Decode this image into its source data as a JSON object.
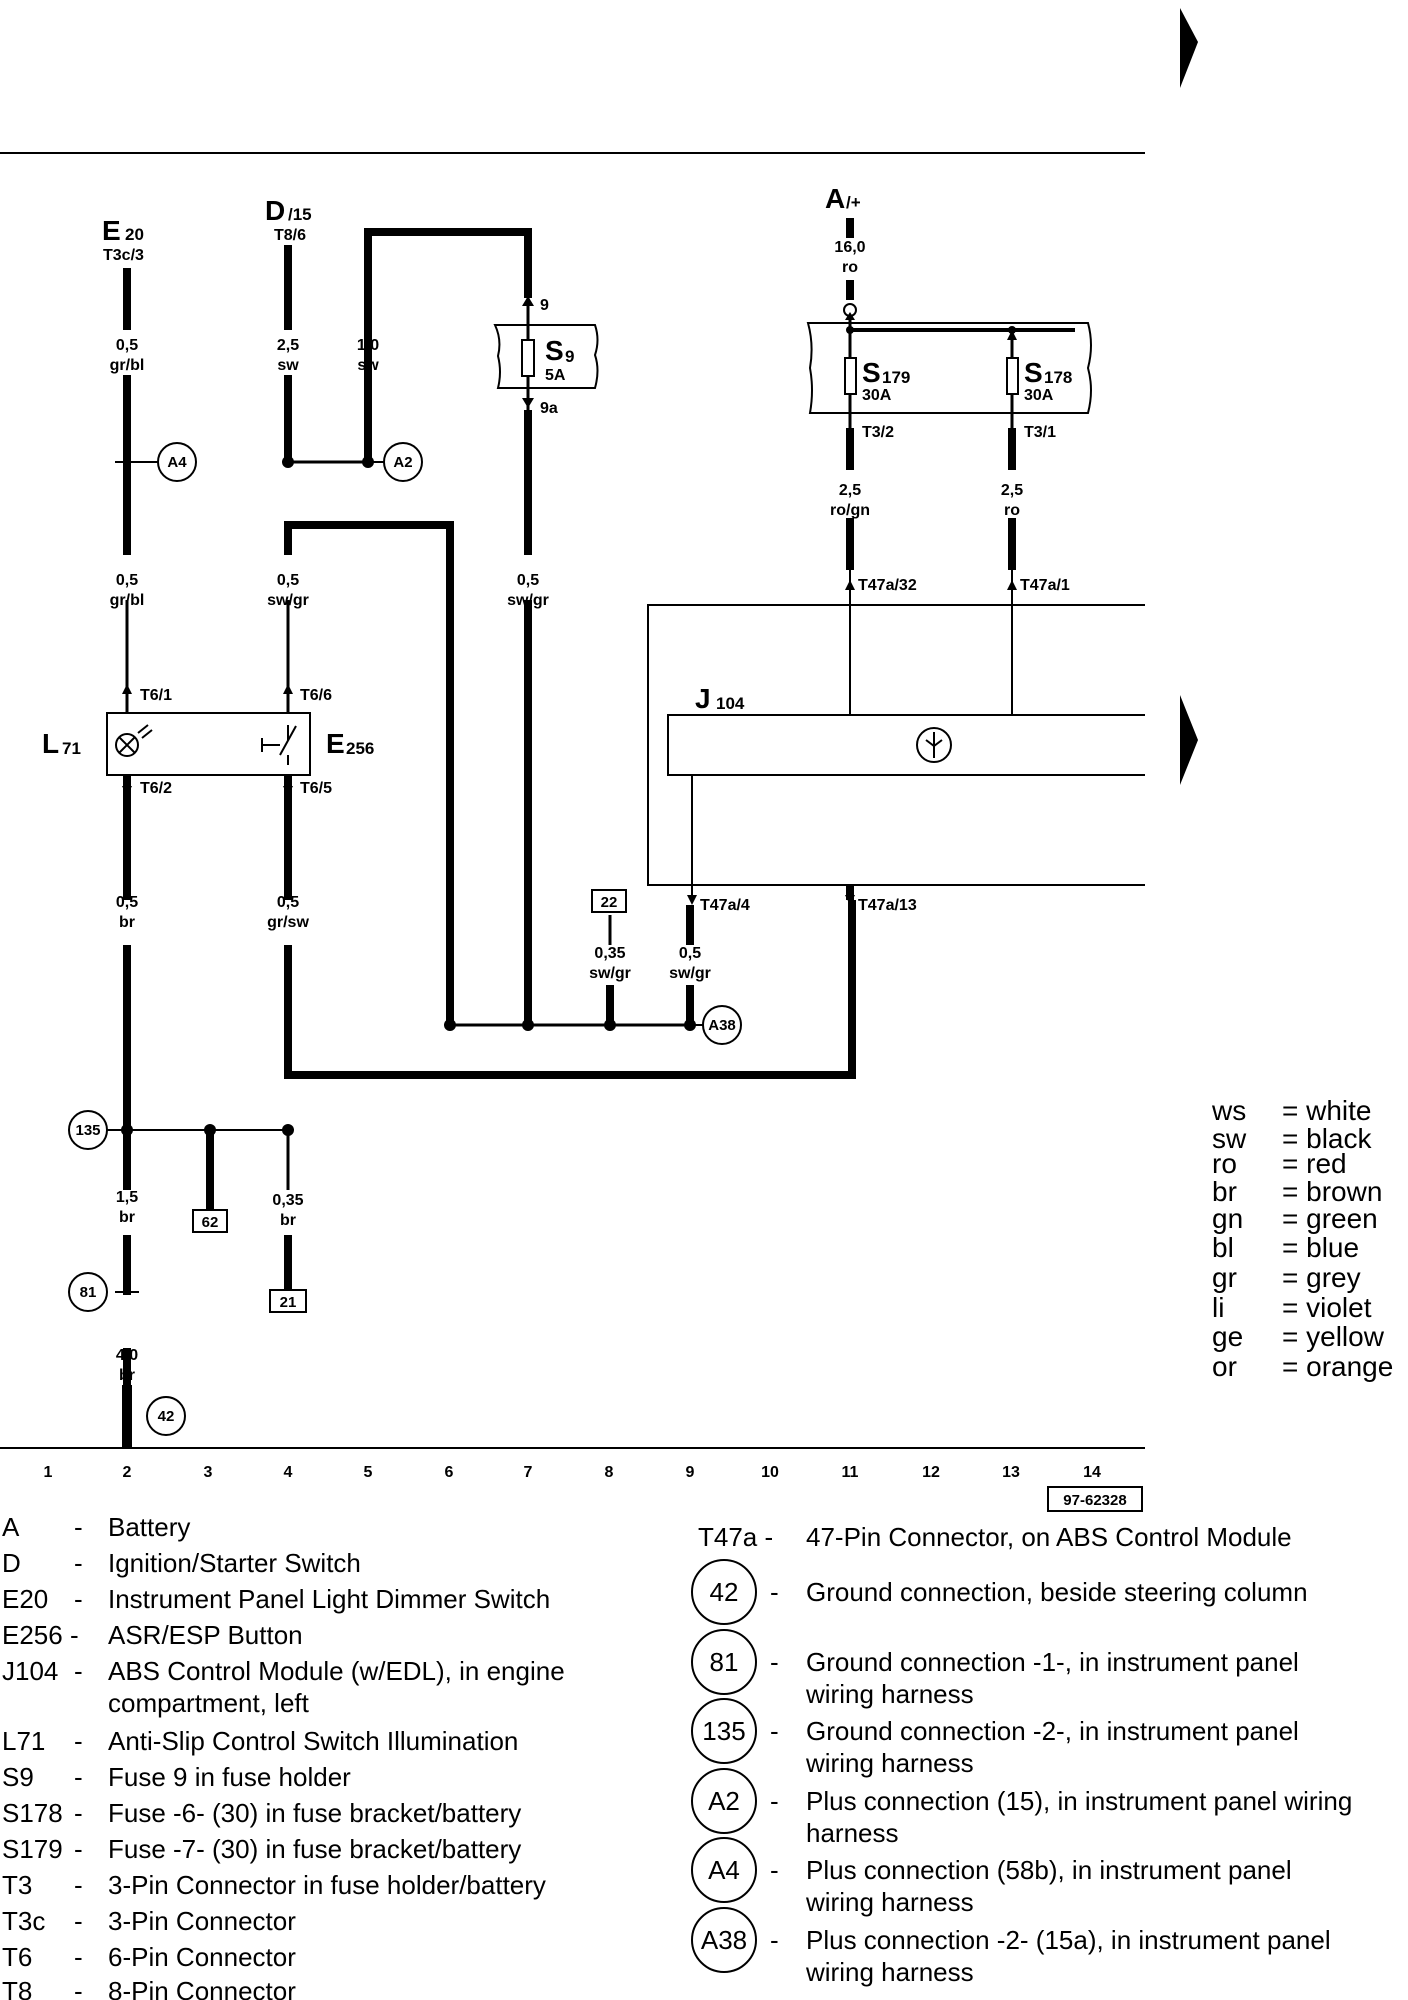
{
  "components": {
    "E20": {
      "name": "E",
      "sub": "20",
      "pin": "T3c/3"
    },
    "D15": {
      "name": "D",
      "sub": "/15",
      "pin": "T8/6"
    },
    "A": {
      "name": "A",
      "sub": "/+"
    },
    "S9": {
      "name": "S",
      "sub": "9",
      "rating": "5A",
      "pin_in": "9",
      "pin_out": "9a"
    },
    "S179": {
      "name": "S",
      "sub": "179",
      "rating": "30A",
      "pin": "T3/2"
    },
    "S178": {
      "name": "S",
      "sub": "178",
      "rating": "30A",
      "pin": "T3/1"
    },
    "J104": {
      "name": "J",
      "sub": "104"
    },
    "L71": {
      "name": "L",
      "sub": "71"
    },
    "E256": {
      "name": "E",
      "sub": "256"
    }
  },
  "wires": {
    "w1": {
      "gauge": "0,5",
      "color": "gr/bl"
    },
    "w2": {
      "gauge": "2,5",
      "color": "sw"
    },
    "w3": {
      "gauge": "1,0",
      "color": "sw"
    },
    "w4": {
      "gauge": "0,5",
      "color": "gr/bl"
    },
    "w5": {
      "gauge": "0,5",
      "color": "sw/gr"
    },
    "w6": {
      "gauge": "0,5",
      "color": "sw/gr"
    },
    "w7": {
      "gauge": "16,0",
      "color": "ro"
    },
    "w8": {
      "gauge": "2,5",
      "color": "ro/gn"
    },
    "w9": {
      "gauge": "2,5",
      "color": "ro"
    },
    "w10": {
      "gauge": "0,5",
      "color": "br"
    },
    "w11": {
      "gauge": "0,5",
      "color": "gr/sw"
    },
    "w12": {
      "gauge": "0,35",
      "color": "sw/gr"
    },
    "w13": {
      "gauge": "0,5",
      "color": "sw/gr"
    },
    "w14": {
      "gauge": "1,5",
      "color": "br"
    },
    "w15": {
      "gauge": "0,35",
      "color": "br"
    },
    "w16": {
      "gauge": "4,0",
      "color": "br"
    }
  },
  "pins": {
    "t6_1": "T6/1",
    "t6_6": "T6/6",
    "t6_2": "T6/2",
    "t6_5": "T6/5",
    "t47a_32": "T47a/32",
    "t47a_1": "T47a/1",
    "t47a_4": "T47a/4",
    "t47a_13": "T47a/13"
  },
  "connections": {
    "A4": "A4",
    "A2": "A2",
    "A38": "A38",
    "c135": "135",
    "c81": "81",
    "c42": "42"
  },
  "boxes": {
    "b22": "22",
    "b62": "62",
    "b21": "21"
  },
  "columns": [
    "1",
    "2",
    "3",
    "4",
    "5",
    "6",
    "7",
    "8",
    "9",
    "10",
    "11",
    "12",
    "13",
    "14"
  ],
  "doc_number": "97-62328",
  "color_legend": [
    {
      "code": "ws",
      "name": "= white"
    },
    {
      "code": "sw",
      "name": "= black"
    },
    {
      "code": "ro",
      "name": "= red"
    },
    {
      "code": "br",
      "name": "= brown"
    },
    {
      "code": "gn",
      "name": "= green"
    },
    {
      "code": "bl",
      "name": "= blue"
    },
    {
      "code": "gr",
      "name": "= grey"
    },
    {
      "code": "li",
      "name": "= violet"
    },
    {
      "code": "ge",
      "name": "= yellow"
    },
    {
      "code": "or",
      "name": "= orange"
    }
  ],
  "legend_left": [
    {
      "code": "A",
      "dash": "-",
      "desc": "Battery"
    },
    {
      "code": "D",
      "dash": "-",
      "desc": "Ignition/Starter Switch"
    },
    {
      "code": "E20",
      "dash": "-",
      "desc": "Instrument Panel Light Dimmer Switch"
    },
    {
      "code": "E256 -",
      "dash": "",
      "desc": "ASR/ESP Button"
    },
    {
      "code": "J104",
      "dash": "-",
      "desc": "ABS Control Module (w/EDL), in engine",
      "desc2": "compartment, left"
    },
    {
      "code": "L71",
      "dash": "-",
      "desc": "Anti-Slip Control Switch Illumination"
    },
    {
      "code": "S9",
      "dash": "-",
      "desc": "Fuse 9 in fuse holder"
    },
    {
      "code": "S178",
      "dash": "-",
      "desc": "Fuse -6- (30) in fuse bracket/battery"
    },
    {
      "code": "S179",
      "dash": "-",
      "desc": "Fuse -7- (30) in fuse bracket/battery"
    },
    {
      "code": "T3",
      "dash": "-",
      "desc": "3-Pin Connector in fuse holder/battery"
    },
    {
      "code": "T3c",
      "dash": "-",
      "desc": "3-Pin Connector"
    },
    {
      "code": "T6",
      "dash": "-",
      "desc": "6-Pin Connector"
    },
    {
      "code": "T8",
      "dash": "-",
      "desc": "8-Pin Connector"
    }
  ],
  "legend_right_t47a": {
    "code": "T47a -",
    "desc": "47-Pin Connector, on ABS Control Module"
  },
  "legend_right": [
    {
      "symbol": "42",
      "dash": "-",
      "line1": "Ground connection, beside steering column",
      "line2": ""
    },
    {
      "symbol": "81",
      "dash": "-",
      "line1": "Ground connection -1-, in instrument panel",
      "line2": "wiring harness"
    },
    {
      "symbol": "135",
      "dash": "-",
      "line1": "Ground connection -2-, in instrument panel",
      "line2": "wiring harness"
    },
    {
      "symbol": "A2",
      "dash": "-",
      "line1": "Plus connection (15), in instrument panel wiring",
      "line2": "harness"
    },
    {
      "symbol": "A4",
      "dash": "-",
      "line1": "Plus connection (58b), in instrument panel",
      "line2": "wiring harness"
    },
    {
      "symbol": "A38",
      "dash": "-",
      "line1": "Plus connection -2- (15a), in instrument panel",
      "line2": "wiring harness"
    }
  ]
}
